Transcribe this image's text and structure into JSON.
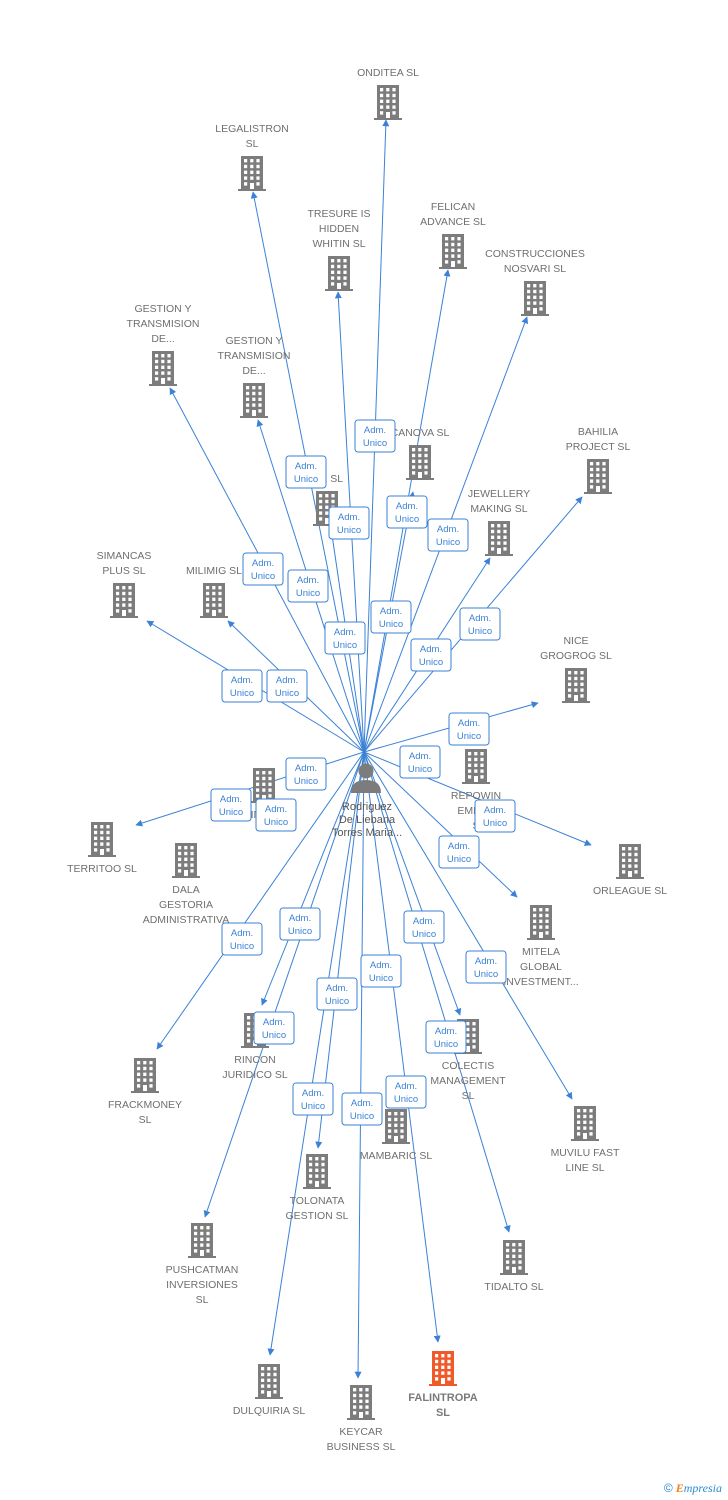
{
  "colors": {
    "edge": "#3b82d6",
    "building": "#7c7c7c",
    "highlight": "#f05a28",
    "person": "#7c7c7c"
  },
  "center": {
    "icon": "person-icon",
    "lines": [
      "Rodriguez",
      "De Liebana",
      "Torres Maria..."
    ]
  },
  "companies": [
    {
      "id": "onditea",
      "lines": [
        "ONDITEA  SL"
      ]
    },
    {
      "id": "legalistron",
      "lines": [
        "LEGALISTRON",
        "SL"
      ]
    },
    {
      "id": "tresure",
      "lines": [
        "TRESURE IS",
        "HIDDEN",
        "WHITIN  SL"
      ]
    },
    {
      "id": "felican",
      "lines": [
        "FELICAN",
        "ADVANCE  SL"
      ]
    },
    {
      "id": "construcciones",
      "lines": [
        "CONSTRUCCIONES",
        "NOSVARI SL"
      ]
    },
    {
      "id": "gestion1",
      "lines": [
        "GESTION Y",
        "TRANSMISION",
        "DE..."
      ]
    },
    {
      "id": "gestion2",
      "lines": [
        "GESTION Y",
        "TRANSMISION",
        "DE..."
      ]
    },
    {
      "id": "canova",
      "lines": [
        "CANOVA  SL"
      ]
    },
    {
      "id": "bahilia",
      "lines": [
        "BAHILIA",
        "PROJECT  SL"
      ]
    },
    {
      "id": "ife",
      "lines": [
        "IFE  SL"
      ]
    },
    {
      "id": "jewellery",
      "lines": [
        "JEWELLERY",
        "MAKING  SL"
      ]
    },
    {
      "id": "simancas",
      "lines": [
        "SIMANCAS",
        "PLUS  SL"
      ]
    },
    {
      "id": "milimig",
      "lines": [
        "MILIMIG  SL"
      ]
    },
    {
      "id": "nice",
      "lines": [
        "NICE",
        "GROGROG  SL"
      ]
    },
    {
      "id": "ring",
      "lines": [
        "RING  SL"
      ]
    },
    {
      "id": "repowin",
      "lines": [
        "REPOWIN",
        "EMPRE",
        "S"
      ]
    },
    {
      "id": "territoo",
      "lines": [
        "TERRITOO  SL"
      ]
    },
    {
      "id": "dala",
      "lines": [
        "DALA",
        "GESTORIA",
        "ADMINISTRATIVA"
      ]
    },
    {
      "id": "orleague",
      "lines": [
        "ORLEAGUE  SL"
      ]
    },
    {
      "id": "mitela",
      "lines": [
        "MITELA",
        "GLOBAL",
        "INVESTMENT..."
      ]
    },
    {
      "id": "frackmoney",
      "lines": [
        "FRACKMONEY",
        "SL"
      ]
    },
    {
      "id": "rincon",
      "lines": [
        "RINCON",
        "JURIDICO SL"
      ]
    },
    {
      "id": "colectis",
      "lines": [
        "COLECTIS",
        "MANAGEMENT",
        "SL"
      ]
    },
    {
      "id": "muvilu",
      "lines": [
        "MUVILU FAST",
        "LINE  SL"
      ]
    },
    {
      "id": "mambaric",
      "lines": [
        "MAMBARIC SL"
      ]
    },
    {
      "id": "tolonata",
      "lines": [
        "TOLONATA",
        "GESTION  SL"
      ]
    },
    {
      "id": "pushcatman",
      "lines": [
        "PUSHCATMAN",
        "INVERSIONES",
        "SL"
      ]
    },
    {
      "id": "tidalto",
      "lines": [
        "TIDALTO  SL"
      ]
    },
    {
      "id": "dulquiria",
      "lines": [
        "DULQUIRIA  SL"
      ]
    },
    {
      "id": "keycar",
      "lines": [
        "KEYCAR",
        "BUSINESS  SL"
      ]
    },
    {
      "id": "falintropa",
      "lines": [
        "FALINTROPA",
        "SL"
      ],
      "highlight": true
    }
  ],
  "edge_label": [
    "Adm.",
    "Unico"
  ],
  "copyright": {
    "symbol": "©",
    "brand_first": "E",
    "brand_rest": "mpresia"
  }
}
